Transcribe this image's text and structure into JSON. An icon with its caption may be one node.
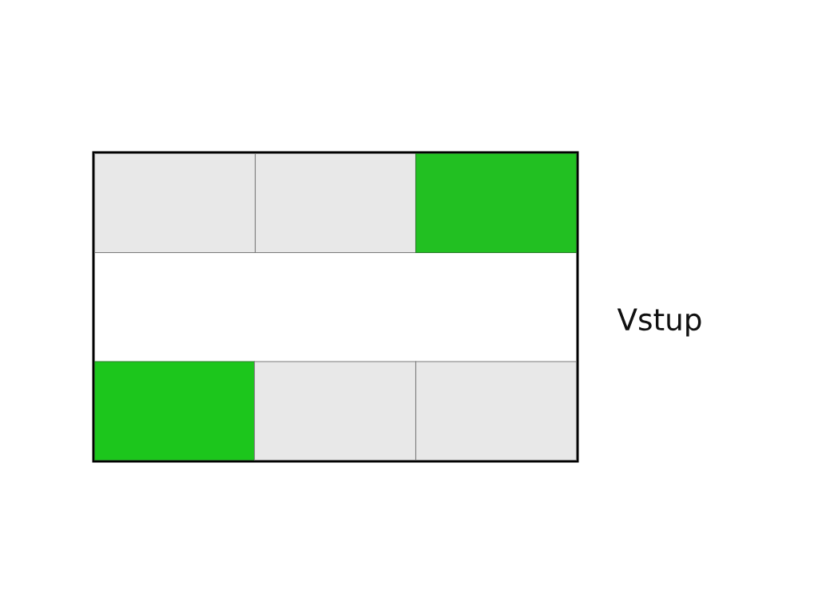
{
  "diagram": {
    "nodes": [
      {
        "text": [],
        "shape": "box"
      },
      {
        "text": [],
        "shape": "box",
        "in": 0
      },
      {
        "text": [],
        "shape": "box",
        "in": 0
      },
      {
        "text": [],
        "shape": "box",
        "in": 0
      },
      {
        "text": [],
        "shape": "box",
        "in": 0
      },
      {
        "text": [],
        "shape": "box",
        "in": 0
      },
      {
        "text": [],
        "shape": "box",
        "in": 0
      }
    ],
    "labels": [
      "Vstup"
    ]
  }
}
